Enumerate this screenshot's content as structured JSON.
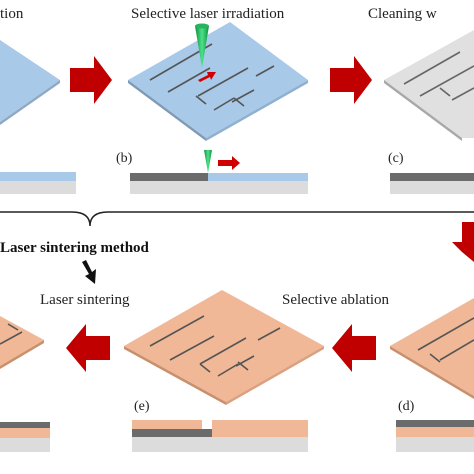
{
  "top_row": {
    "step1_title_partial": "tion",
    "step2_title": "Selective laser irradiation",
    "step3_title_partial": "Cleaning w"
  },
  "panel_labels": {
    "b": "(b)",
    "c": "(c)",
    "d": "(d)",
    "e": "(e)"
  },
  "method_label": "Laser sintering method",
  "bottom_row": {
    "step_d_title": "Selective ablation",
    "step_e_title": "Laser sintering"
  },
  "colors": {
    "blue_film": "#a9c9e8",
    "gray_plate": "#dcdcdc",
    "copper_film": "#f0b896",
    "dark_layer": "#666666",
    "substrate": "#dcdcdc",
    "arrow_red": "#c00000",
    "laser_green": "#2ecc71"
  },
  "icons": {
    "laser": "laser-cone-icon",
    "scan": "scan-direction-arrow-icon"
  }
}
